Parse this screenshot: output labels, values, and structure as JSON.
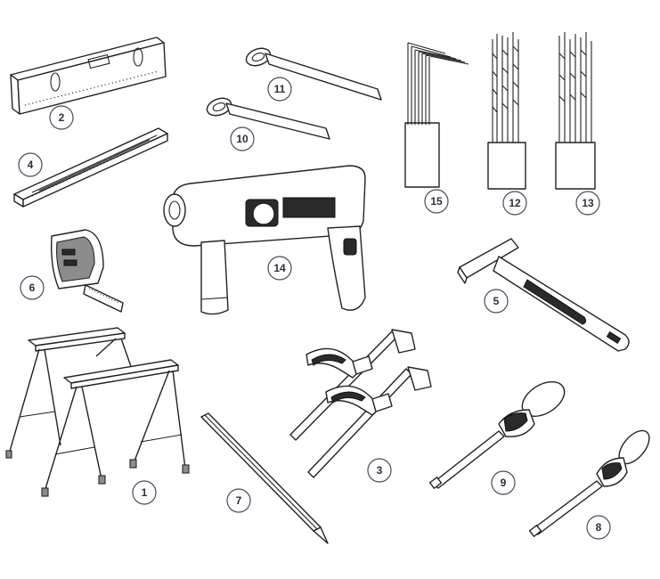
{
  "figure": {
    "callouts": [
      "1",
      "2",
      "3",
      "4",
      "5",
      "6",
      "7",
      "8",
      "9",
      "10",
      "11",
      "12",
      "13",
      "14",
      "15"
    ]
  }
}
